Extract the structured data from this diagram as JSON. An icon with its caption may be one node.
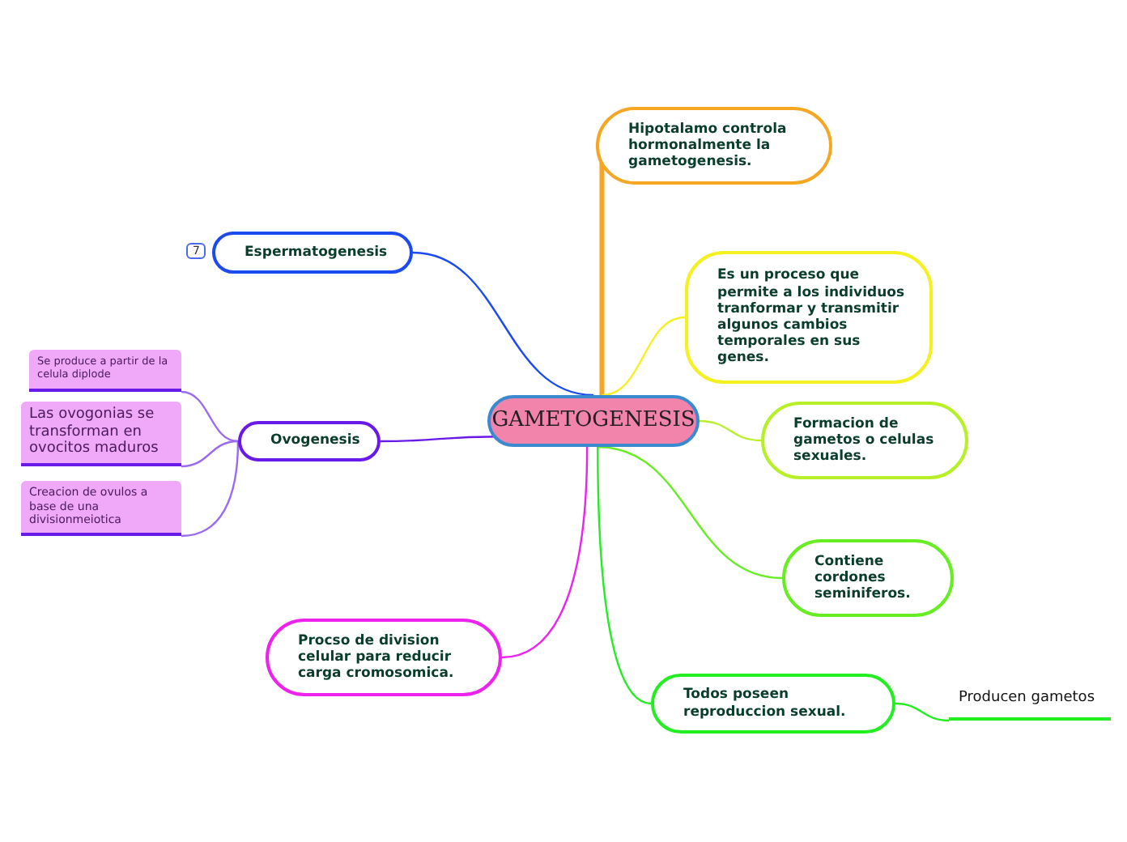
{
  "diagram": {
    "nodes": [
      {
        "text": [
          "GAMETOGENESIS"
        ]
      },
      {
        "text": [
          "Hipotalamo controla hormonalmente la gametogenesis."
        ]
      },
      {
        "text": [
          "Es un proceso que permite a los individuos tranformar y transmitir algunos cambios temporales en sus genes."
        ]
      },
      {
        "text": [
          "Formacion de gametos o celulas sexuales."
        ]
      },
      {
        "text": [
          "Contiene cordones seminiferos."
        ]
      },
      {
        "text": [
          "Todos poseen reproduccion sexual."
        ]
      },
      {
        "text": [
          "Producen gametos"
        ]
      },
      {
        "text": [
          "Procso de division celular para reducir carga cromosomica."
        ]
      },
      {
        "text": [
          "Ovogenesis"
        ]
      },
      {
        "text": [
          "Se produce a partir de la celula diplode"
        ]
      },
      {
        "text": [
          "Las ovogonias se transforman en ovocitos maduros"
        ]
      },
      {
        "text": [
          "Creacion de ovulos a base de una divisionmeiotica"
        ]
      },
      {
        "text": [
          "Espermatogenesis"
        ],
        "beside": [
          "7"
        ]
      }
    ],
    "edges": [
      {
        "from": 0,
        "to": 1,
        "arrow": "none",
        "style": "thick",
        "color": "#f5a623"
      },
      {
        "from": 0,
        "to": 2,
        "arrow": "none",
        "color": "#f5f020"
      },
      {
        "from": 0,
        "to": 3,
        "arrow": "none",
        "color": "#b8f028"
      },
      {
        "from": 0,
        "to": 4,
        "arrow": "none",
        "color": "#66ee22"
      },
      {
        "from": 0,
        "to": 5,
        "arrow": "none",
        "color": "#22ee22"
      },
      {
        "from": 5,
        "to": 6,
        "arrow": "none",
        "color": "#22ee22"
      },
      {
        "from": 0,
        "to": 7,
        "arrow": "none",
        "color": "#ee22ee"
      },
      {
        "from": 0,
        "to": 8,
        "arrow": "none",
        "color": "#6a1ae8"
      },
      {
        "from": 8,
        "to": 9,
        "arrow": "none",
        "color": "#9a6af0"
      },
      {
        "from": 8,
        "to": 10,
        "arrow": "none",
        "color": "#9a6af0"
      },
      {
        "from": 8,
        "to": 11,
        "arrow": "none",
        "color": "#9a6af0"
      },
      {
        "from": 0,
        "to": 12,
        "arrow": "none",
        "color": "#1a4af0"
      }
    ]
  }
}
